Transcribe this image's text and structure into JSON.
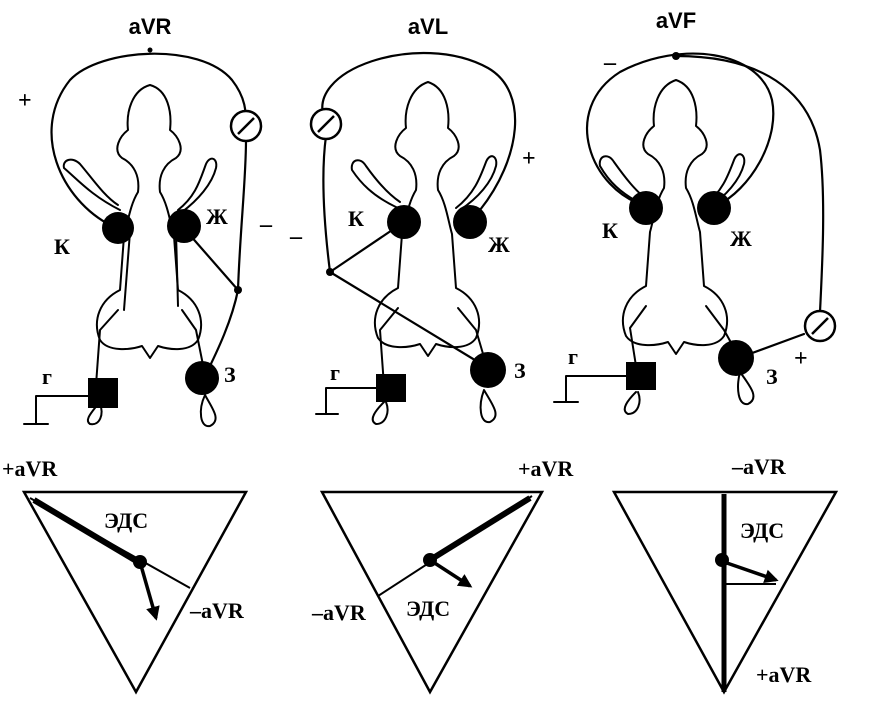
{
  "panels": [
    {
      "lead": "aVR",
      "limb_labels": {
        "right_front": "К",
        "left_front": "Ж",
        "left_hind": "З",
        "ground": "г"
      },
      "signs": {
        "positive": "+",
        "negative": "–"
      }
    },
    {
      "lead": "aVL",
      "limb_labels": {
        "right_front": "К",
        "left_front": "Ж",
        "left_hind": "З",
        "ground": "г"
      },
      "signs": {
        "positive": "+",
        "negative": "–"
      }
    },
    {
      "lead": "aVF",
      "limb_labels": {
        "right_front": "К",
        "left_front": "Ж",
        "left_hind": "З",
        "ground": "г"
      },
      "signs": {
        "positive": "+",
        "negative": "–"
      }
    }
  ],
  "triangles": [
    {
      "pos_label": "+aVR",
      "neg_label": "–aVR",
      "vector_label": "ЭДС"
    },
    {
      "pos_label": "+aVR",
      "neg_label": "–aVR",
      "vector_label": "ЭДС"
    },
    {
      "pos_label": "+aVR",
      "neg_label": "–aVR",
      "vector_label": "ЭДС"
    }
  ],
  "colors": {
    "ink": "#000000",
    "background": "#ffffff"
  }
}
